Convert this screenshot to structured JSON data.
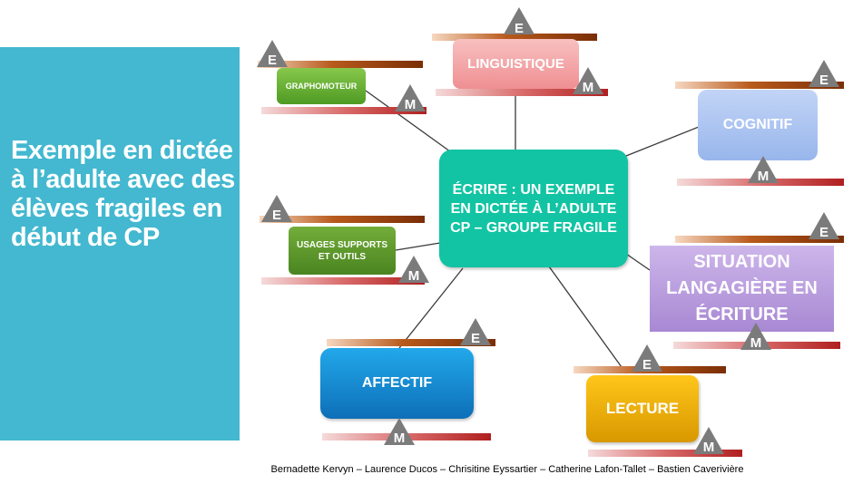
{
  "title": "Exemple en dictée à l’adulte avec des élèves fragiles en début de CP",
  "center": "ÉCRIRE  : UN EXEMPLE EN DICTÉE À L’ADULTE CP – GROUPE FRAGILE",
  "nodes": {
    "linguistique": "LINGUISTIQUE",
    "graphomoteur": "GRAPHOMOTEUR",
    "cognitif": "COGNITIF",
    "usages": "USAGES SUPPORTS ET OUTILS",
    "situation": "SITUATION LANGAGIÈRE EN ÉCRITURE",
    "affectif": "AFFECTIF",
    "lecture": "LECTURE"
  },
  "markers": {
    "e": "E",
    "m": "M"
  },
  "credits": "Bernadette Kervyn – Laurence Ducos – Chrisitine Eyssartier – Catherine Lafon-Tallet – Bastien Caverivière",
  "colors": {
    "panel": "#43b8d0",
    "center": "#12c4a3",
    "linguistique": "#f3a4a4",
    "graphomoteur": "#6db33b",
    "cognitif": "#a8c3f0",
    "usages": "#5e9a2d",
    "situation": "#b79bd8",
    "affectif": "#1d8fd6",
    "lecture": "#f0b400"
  }
}
